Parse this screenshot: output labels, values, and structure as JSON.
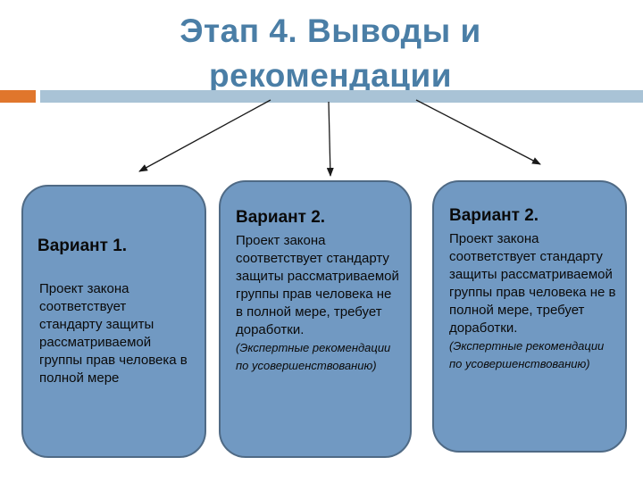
{
  "slide": {
    "title": "Этап 4. Выводы и рекомендации",
    "options": [
      {
        "heading": "Вариант 1.",
        "text": " Проект закона соответствует стандарту защиты рассматриваемой группы прав человека в полной мере",
        "note": ""
      },
      {
        "heading": "Вариант 2.",
        "text": "Проект закона соответствует стандарту защиты рассматриваемой группы прав человека не в полной мере, требует доработки.",
        "note": "(Экспертные рекомендации по усовершенствованию)"
      },
      {
        "heading": "Вариант 2.",
        "text": "Проект закона соответствует стандарту защиты рассматриваемой группы прав человека не в полной мере, требует доработки.",
        "note": "(Экспертные рекомендации по усовершенствованию)"
      }
    ]
  },
  "colors": {
    "title": "#4a7ea6",
    "accent_orange": "#e0762c",
    "accent_blue": "#a9c3d6",
    "box_fill": "#7199c2",
    "box_border": "#4f6a85",
    "arrow": "#1a1a1a"
  }
}
